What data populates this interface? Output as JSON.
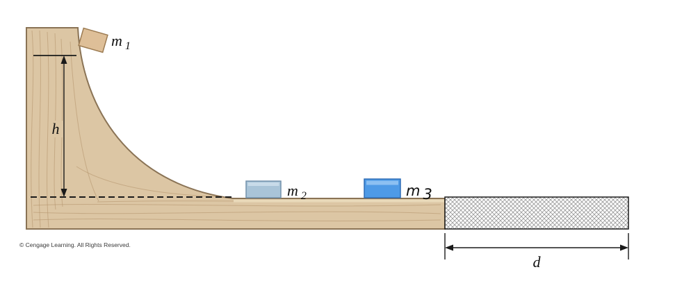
{
  "diagram": {
    "copyright": "© Cengage Learning. All Rights Reserved.",
    "labels": {
      "m1_base": "m",
      "m1_sub": "1",
      "m2_base": "m",
      "m2_sub": "2",
      "m3_base": "m",
      "m3_sub": "3",
      "height": "h",
      "distance": "d"
    },
    "colors": {
      "wood_fill": "#dcc6a4",
      "wood_grain": "#b3926a",
      "wood_outline": "#8a7355",
      "surface_top_face": "#eadbbc",
      "block_m1_fill": "#debf98",
      "block_m1_stroke": "#9c7b52",
      "block_m2_fill": "#a9c4d8",
      "block_m2_highlight": "#c8dbe9",
      "block_m2_stroke": "#7291ab",
      "block_m3_fill": "#4e9ae6",
      "block_m3_highlight": "#8cc0f2",
      "block_m3_stroke": "#2e6cb5",
      "hatch_background": "#fbfbfb",
      "hatch_line": "#8c8c8c",
      "measure_line": "#1a1a1a"
    }
  }
}
